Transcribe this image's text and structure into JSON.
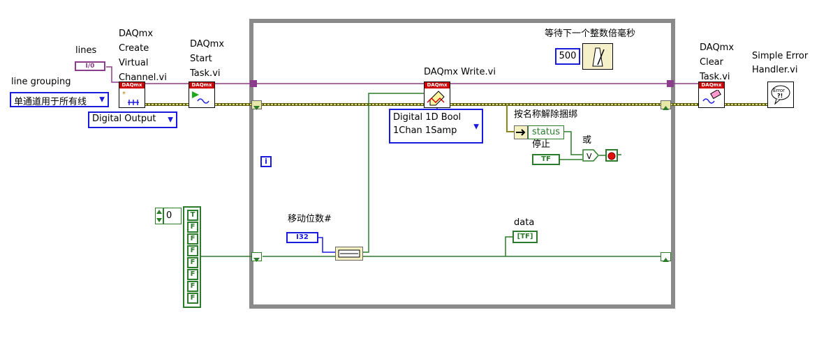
{
  "nodes": {
    "create_channel": {
      "title_lines": [
        "DAQmx",
        "Create",
        "Virtual",
        "Channel.vi"
      ]
    },
    "start_task": {
      "title_lines": [
        "DAQmx",
        "Start",
        "Task.vi"
      ]
    },
    "write": {
      "title": "DAQmx Write.vi"
    },
    "clear_task": {
      "title_lines": [
        "DAQmx",
        "Clear",
        "Task.vi"
      ]
    },
    "error_handler": {
      "title_lines": [
        "Simple Error",
        "Handler.vi"
      ]
    },
    "daqmx_banner": "DAQmx"
  },
  "controls": {
    "lines_label": "lines",
    "lines_constant": "I/0",
    "line_grouping_label": "line grouping",
    "line_grouping_value": "单通道用于所有线",
    "digital_output_value": "Digital Output",
    "write_mode_lines": [
      "Digital 1D Bool",
      "1Chan 1Samp"
    ],
    "wait_label": "等待下一个整数倍毫秒",
    "wait_value": "500",
    "unbundle_label": "按名称解除捆绑",
    "unbundle_field": "status",
    "or_label": "或",
    "or_symbol": "V",
    "stop_label": "停止",
    "stop_constant": "TF",
    "loop_index": "i",
    "shift_label": "移动位数#",
    "shift_constant": "I32",
    "data_label": "data",
    "data_indicator": "[TF]",
    "array_index": "0",
    "array_values": [
      "T",
      "F",
      "F",
      "F",
      "F",
      "F",
      "F",
      "F"
    ]
  },
  "colors": {
    "loop_border": "#8a8a8a",
    "task_wire": "#8b3c8b",
    "error_wire": "#8a8a1a",
    "bool_wire": "#2b7b2b",
    "ring_blue": "#1a1adf",
    "daqmx_red": "#cc0000"
  }
}
